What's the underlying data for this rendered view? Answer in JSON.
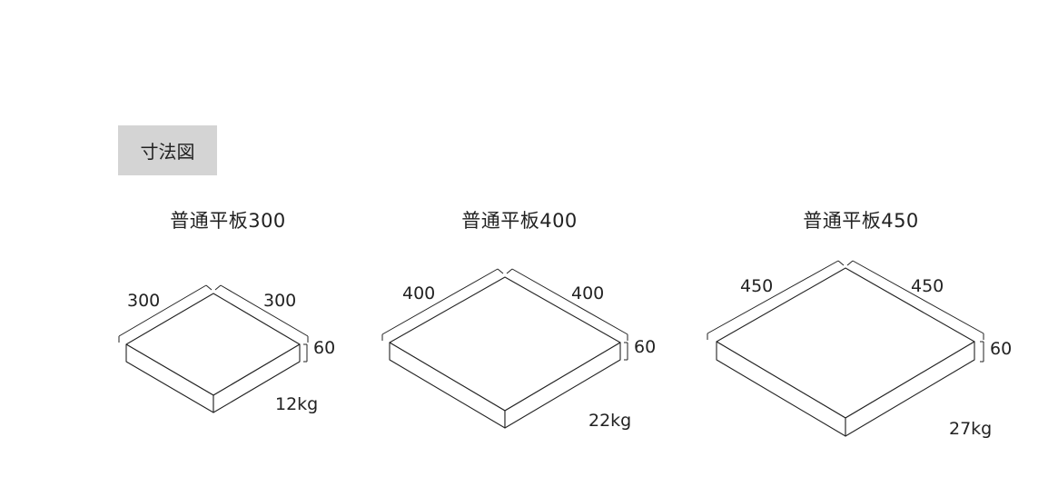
{
  "section": {
    "label": "寸法図",
    "background": "#d4d4d4"
  },
  "products": [
    {
      "title": "普通平板300",
      "width_label": "300",
      "depth_label": "300",
      "height_label": "60",
      "weight": "12kg"
    },
    {
      "title": "普通平板400",
      "width_label": "400",
      "depth_label": "400",
      "height_label": "60",
      "weight": "22kg"
    },
    {
      "title": "普通平板450",
      "width_label": "450",
      "depth_label": "450",
      "height_label": "60",
      "weight": "27kg"
    }
  ],
  "colors": {
    "line": "#222222",
    "text": "#222222",
    "background": "#ffffff"
  }
}
